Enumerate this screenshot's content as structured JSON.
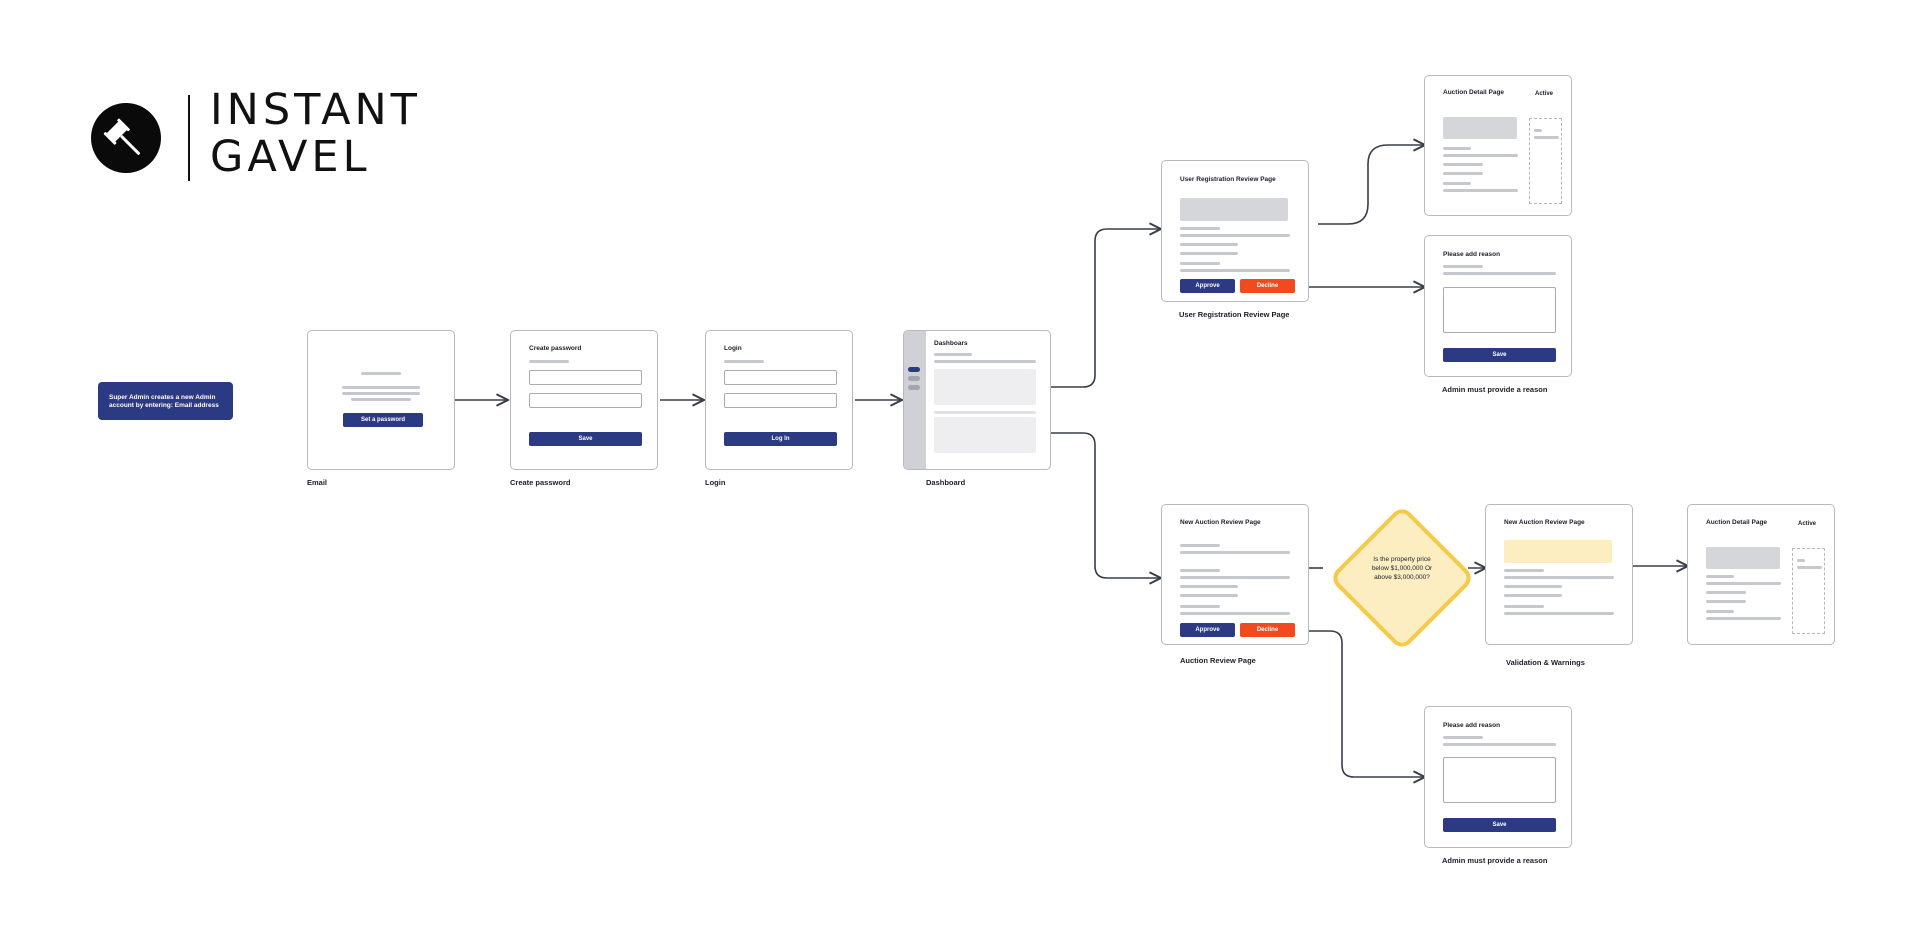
{
  "logo": {
    "line1": "INSTANT",
    "line2": "GAVEL"
  },
  "start": {
    "text": "Super Admin creates a new Admin account by entering: Email address"
  },
  "email_card": {
    "button": "Set a password",
    "caption": "Email"
  },
  "create_password_card": {
    "title": "Create password",
    "button": "Save",
    "caption": "Create password"
  },
  "login_card": {
    "title": "Login",
    "button": "Log In",
    "caption": "Login"
  },
  "dashboard_card": {
    "title": "Dashboars",
    "caption": "Dashboard"
  },
  "user_reg_card": {
    "title": "User Registration Review Page",
    "approve": "Approve",
    "decline": "Decline",
    "caption": "User Registration Review Page"
  },
  "auction_detail_top": {
    "title": "Auction Detail Page",
    "badge": "Active"
  },
  "reason_top": {
    "title": "Please add reason",
    "button": "Save",
    "caption": "Admin must provide a reason"
  },
  "new_auction_card": {
    "title": "New Auction Review Page",
    "approve": "Approve",
    "decline": "Decline",
    "caption": "Auction Review Page"
  },
  "decision": {
    "text": "Is the property price below $1,000,000 Or above $3,000,000?"
  },
  "validation_card": {
    "title": "New Auction Review Page",
    "caption": "Validation & Warnings"
  },
  "auction_detail_bottom": {
    "title": "Auction Detail Page",
    "badge": "Active"
  },
  "reason_bottom": {
    "title": "Please add reason",
    "button": "Save",
    "caption": "Admin must provide a reason"
  },
  "colors": {
    "primary": "#2b3a82",
    "danger": "#f04a1e",
    "decision_fill": "#fdeec1",
    "decision_stroke": "#f5c94a",
    "connector": "#3a3d4a"
  }
}
